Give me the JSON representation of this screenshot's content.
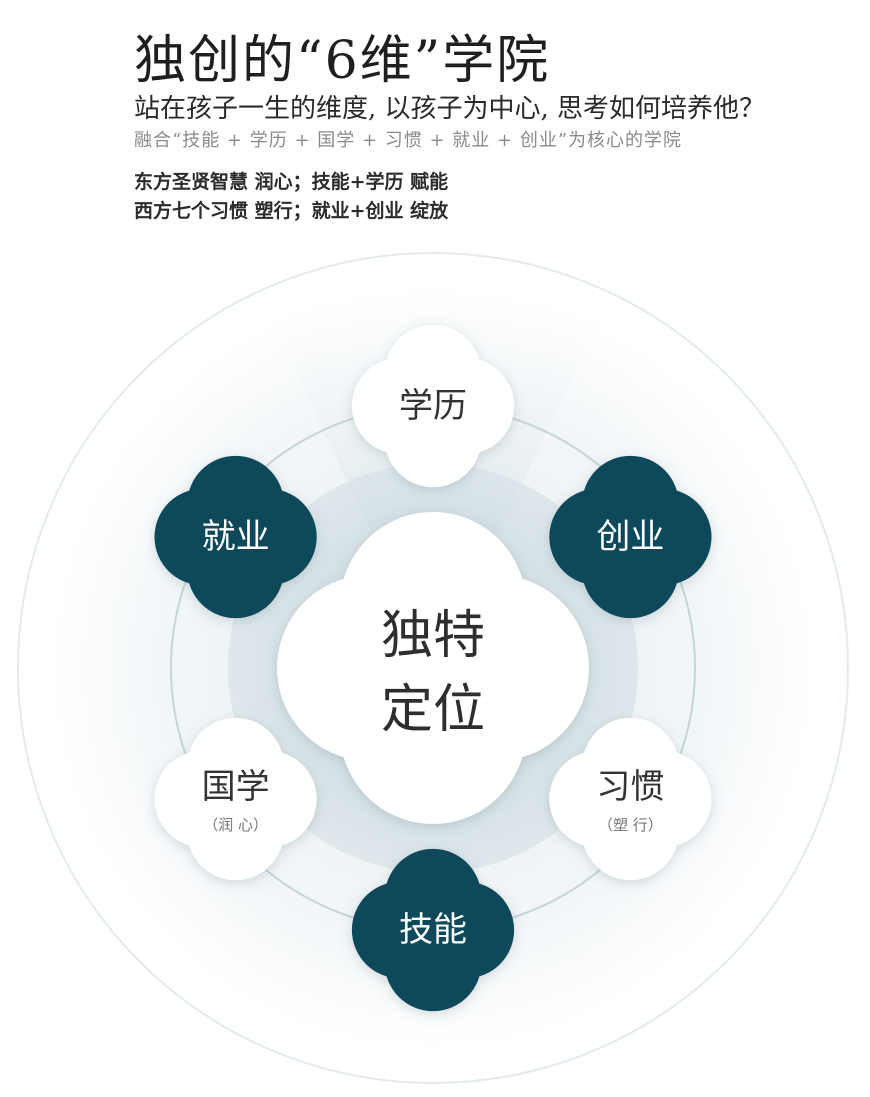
{
  "header": {
    "title": "独创的“6维”学院",
    "subtitle": "站在孩子一生的维度, 以孩子为中心, 思考如何培养他？",
    "tagline": "融合“技能 + 学历 + 国学 + 习惯 + 就业 + 创业”为核心的学院",
    "motto_lines": [
      "东方圣贤智慧  润心；技能+学历  赋能",
      "西方七个习惯  塑行；就业+创业  绽放"
    ]
  },
  "colors": {
    "dark_teal": "#0f4a5a",
    "light_node": "#ffffff",
    "text_dark": "#333333",
    "ring": "#c9d8dd"
  },
  "center": {
    "line1": "独特",
    "line2": "定位"
  },
  "nodes": [
    {
      "id": "xueli",
      "label": "学历",
      "sub": "",
      "style": "light"
    },
    {
      "id": "chuangye",
      "label": "创业",
      "sub": "",
      "style": "dark"
    },
    {
      "id": "xiguan",
      "label": "习惯",
      "sub": "（塑 行）",
      "style": "light"
    },
    {
      "id": "jineng",
      "label": "技能",
      "sub": "",
      "style": "dark"
    },
    {
      "id": "guoxue",
      "label": "国学",
      "sub": "（润 心）",
      "style": "light"
    },
    {
      "id": "jiuye",
      "label": "就业",
      "sub": "",
      "style": "dark"
    }
  ]
}
